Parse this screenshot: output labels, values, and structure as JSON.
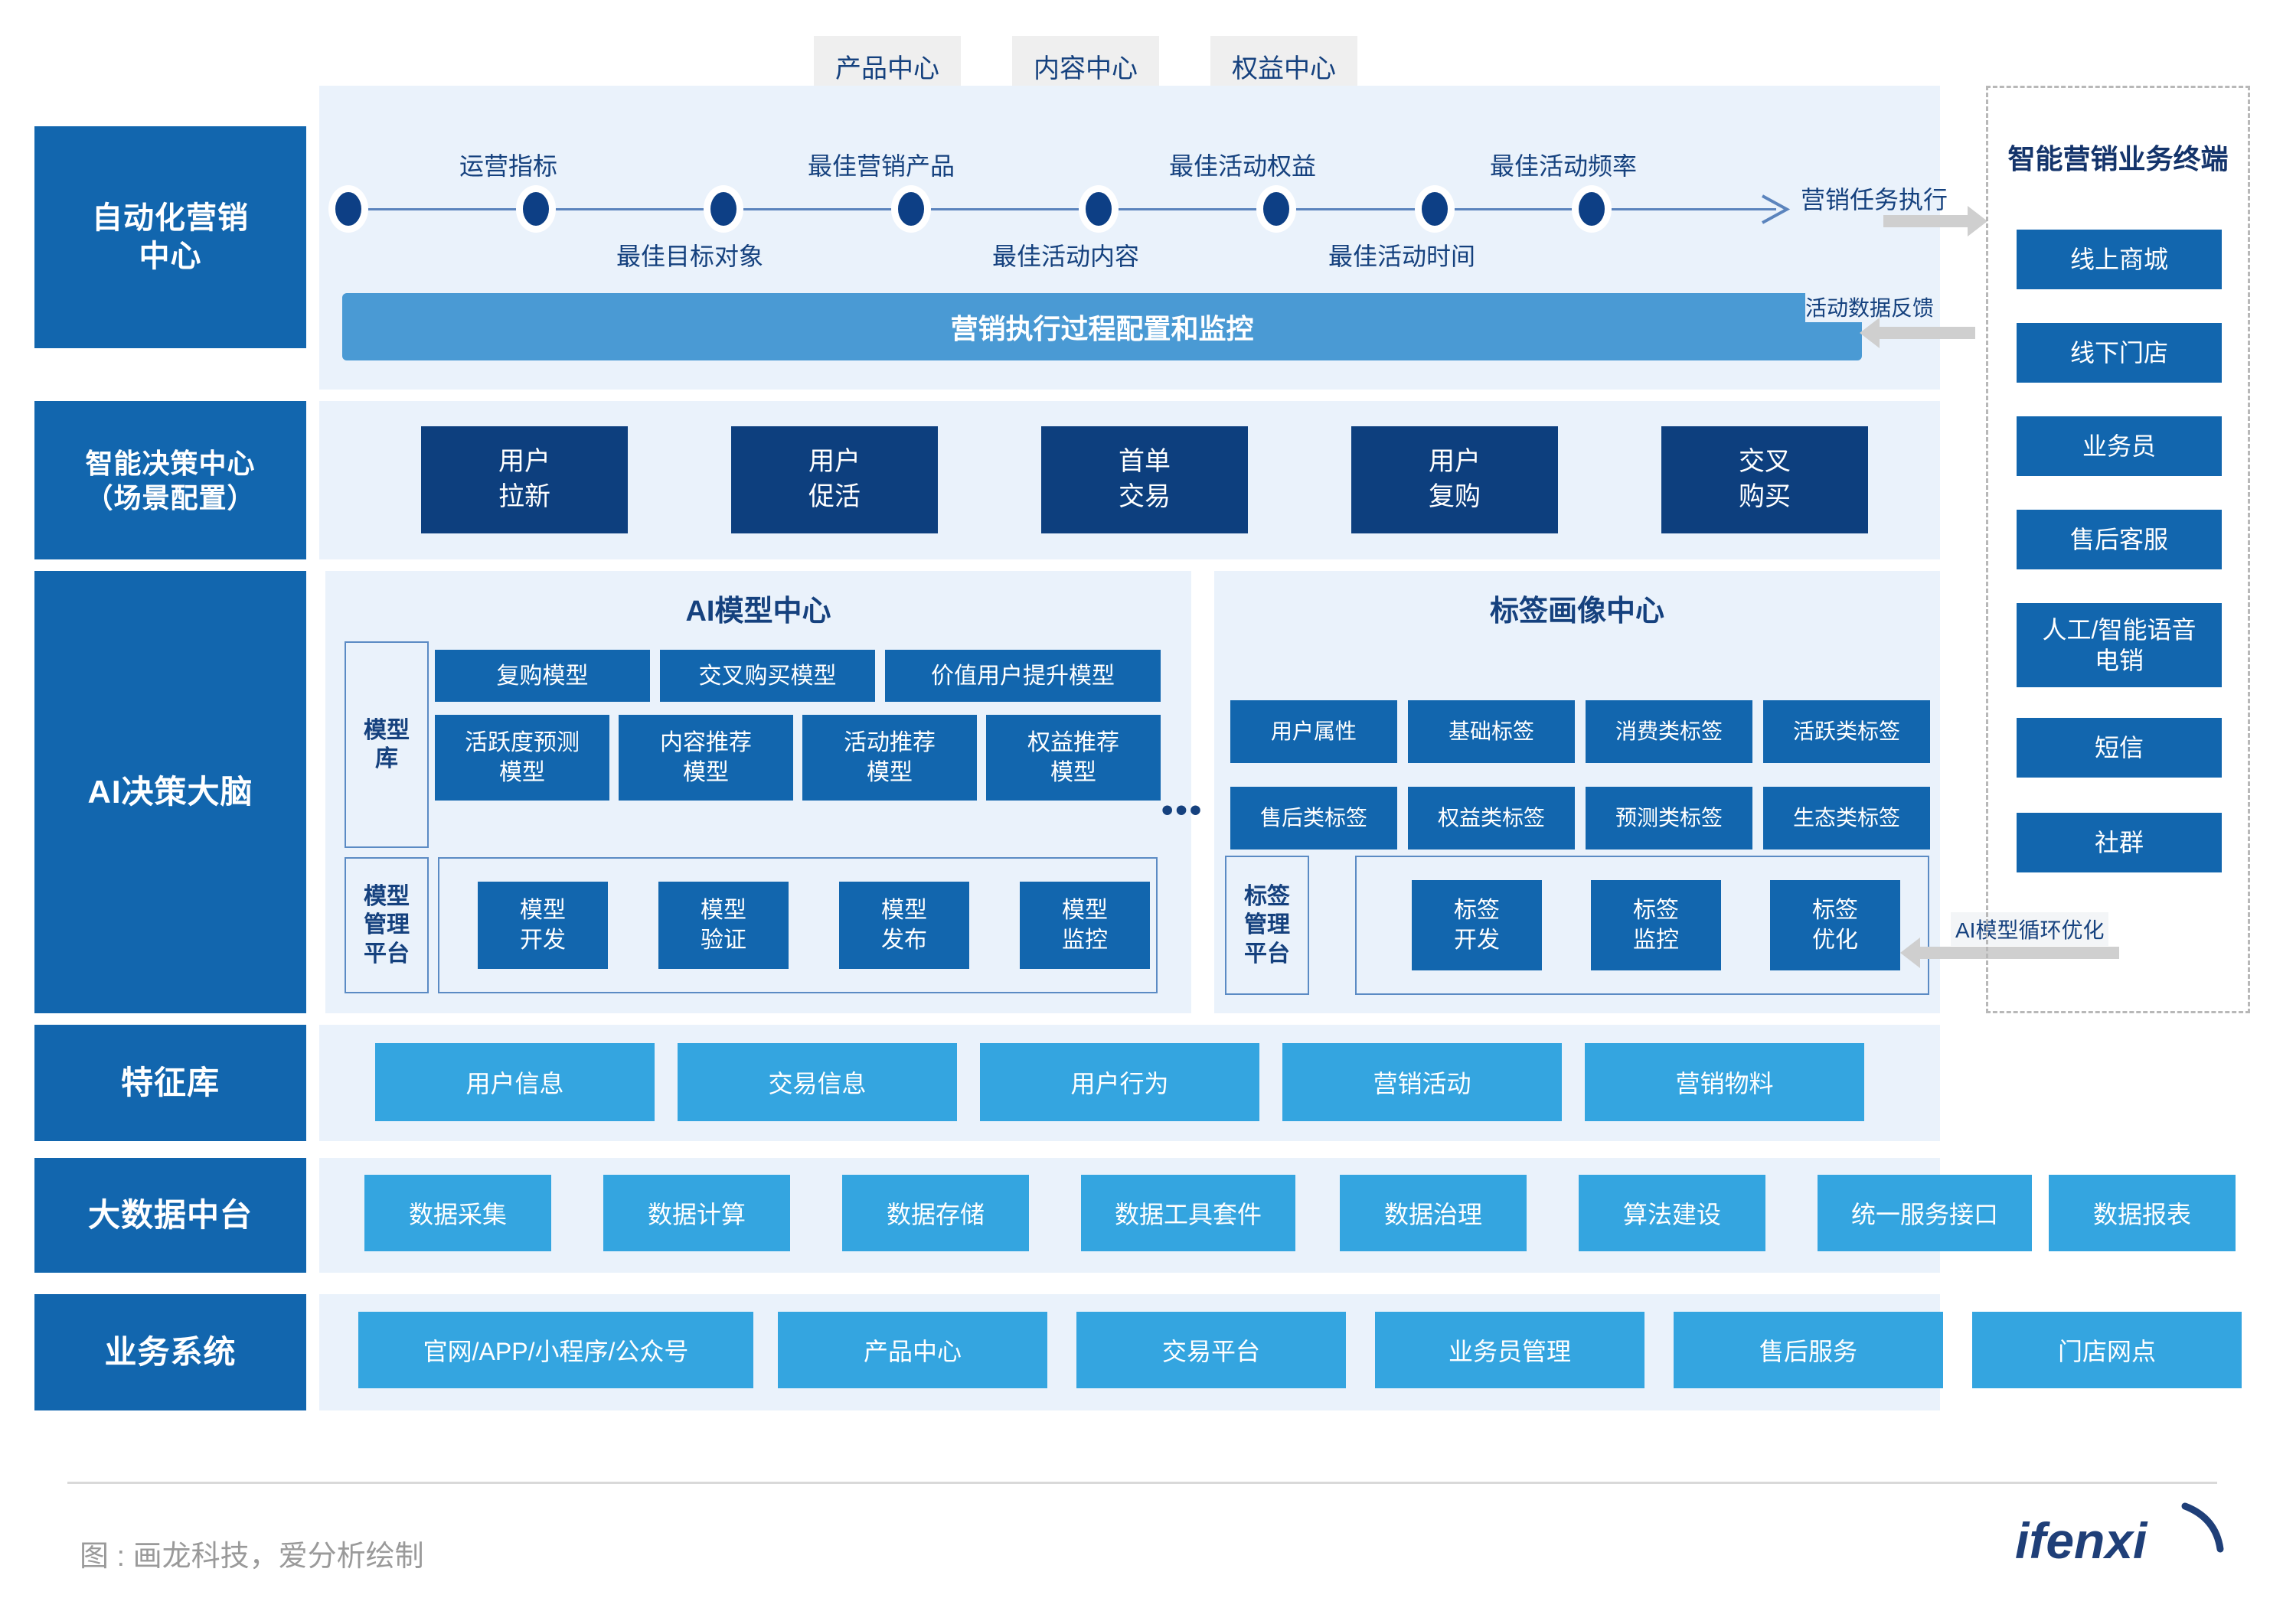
{
  "tabs": [
    {
      "label": "产品中心"
    },
    {
      "label": "内容中心"
    },
    {
      "label": "权益中心"
    }
  ],
  "rows": {
    "automation": {
      "label": "自动化营销\n中心"
    },
    "decision": {
      "label": "智能决策中心\n（场景配置）"
    },
    "ai_brain": {
      "label": "AI决策大脑"
    },
    "feature": {
      "label": "特征库"
    },
    "bigdata": {
      "label": "大数据中台"
    },
    "business": {
      "label": "业务系统"
    }
  },
  "timeline": {
    "labels_top": [
      "运营指标",
      "最佳营销产品",
      "最佳活动权益",
      "最佳活动频率"
    ],
    "labels_bottom": [
      "最佳目标对象",
      "最佳活动内容",
      "最佳活动时间"
    ],
    "nodes": 8,
    "arrow_label": "营销任务执行",
    "exec_bar": "营销执行过程配置和监控",
    "feedback_label": "活动数据反馈"
  },
  "decision_boxes": [
    "用户\n拉新",
    "用户\n促活",
    "首单\n交易",
    "用户\n复购",
    "交叉\n购买"
  ],
  "ai_model_center": {
    "title": "AI模型中心",
    "library_label": "模型\n库",
    "row1": [
      "复购模型",
      "交叉购买模型",
      "价值用户提升模型"
    ],
    "row2": [
      "活跃度预测\n模型",
      "内容推荐\n模型",
      "活动推荐\n模型",
      "权益推荐\n模型"
    ],
    "ellipsis": "•••",
    "platform_label": "模型\n管理\n平台",
    "platform_items": [
      "模型\n开发",
      "模型\n验证",
      "模型\n发布",
      "模型\n监控"
    ]
  },
  "tag_center": {
    "title": "标签画像中心",
    "row1": [
      "用户属性",
      "基础标签",
      "消费类标签",
      "活跃类标签"
    ],
    "row2": [
      "售后类标签",
      "权益类标签",
      "预测类标签",
      "生态类标签"
    ],
    "platform_label": "标签\n管理\n平台",
    "platform_items": [
      "标签\n开发",
      "标签\n监控",
      "标签\n优化"
    ],
    "loop_label": "AI模型循环优化"
  },
  "feature_items": [
    "用户信息",
    "交易信息",
    "用户行为",
    "营销活动",
    "营销物料"
  ],
  "bigdata_items": [
    "数据采集",
    "数据计算",
    "数据存储",
    "数据工具套件",
    "数据治理",
    "算法建设",
    "统一服务接口",
    "数据报表"
  ],
  "business_items": [
    "官网/APP/小程序/公众号",
    "产品中心",
    "交易平台",
    "业务员管理",
    "售后服务",
    "门店网点"
  ],
  "terminal": {
    "title": "智能营销业务终端",
    "items": [
      "线上商城",
      "线下门店",
      "业务员",
      "售后客服",
      "人工/智能语音\n电销",
      "短信",
      "社群"
    ]
  },
  "footer": {
    "source": "图 : 画龙科技，爱分析绘制",
    "logo": "ifenxi"
  },
  "colors": {
    "deep_blue": "#0d3f7e",
    "brand_blue": "#1266ae",
    "light_blue": "#34a5e0",
    "exec_blue": "#4a9ad4",
    "panel_bg": "#eaf2fb",
    "tab_bg": "#efefef",
    "text_navy": "#15417e"
  }
}
